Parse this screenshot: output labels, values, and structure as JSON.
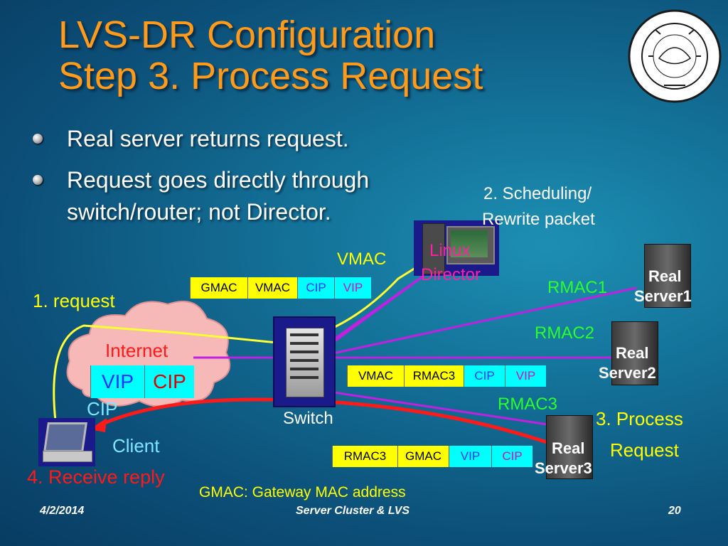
{
  "title": {
    "line1": "LVS-DR Configuration",
    "line2": "Step 3. Process Request"
  },
  "bullets": [
    "Real server returns request.",
    "Request  goes directly through",
    "switch/router;  not Director."
  ],
  "labels": {
    "request": "1. request",
    "scheduling1": "2. Scheduling/",
    "scheduling2": "Rewrite packet",
    "vmac": "VMAC",
    "linux": "Linux",
    "director": "Director",
    "rmac1": "RMAC1",
    "rmac2": "RMAC2",
    "rmac3": "RMAC3",
    "real": "Real",
    "server1": "Server1",
    "server2": "Server2",
    "server3": "Server3",
    "internet": "Internet",
    "cip": "CIP",
    "client": "Client",
    "switch": "Switch",
    "process1": "3. Process",
    "process2": "Request",
    "receive": "4. Receive reply",
    "gmac_note": "GMAC: Gateway MAC address"
  },
  "packets": {
    "p1": [
      "GMAC",
      "VMAC",
      "CIP",
      "VIP"
    ],
    "p2": [
      "VMAC",
      "RMAC3",
      "CIP",
      "VIP"
    ],
    "p3": [
      "RMAC3",
      "GMAC",
      "VIP",
      "CIP"
    ],
    "internet": [
      "VIP",
      "CIP"
    ]
  },
  "footer": {
    "date": "4/2/2014",
    "center": "Server Cluster & LVS",
    "page": "20"
  },
  "colors": {
    "title": "#ff9a1a",
    "yellow_line": "#ffff33",
    "magenta_line": "#c020e0",
    "red_line": "#ff1a1a"
  }
}
